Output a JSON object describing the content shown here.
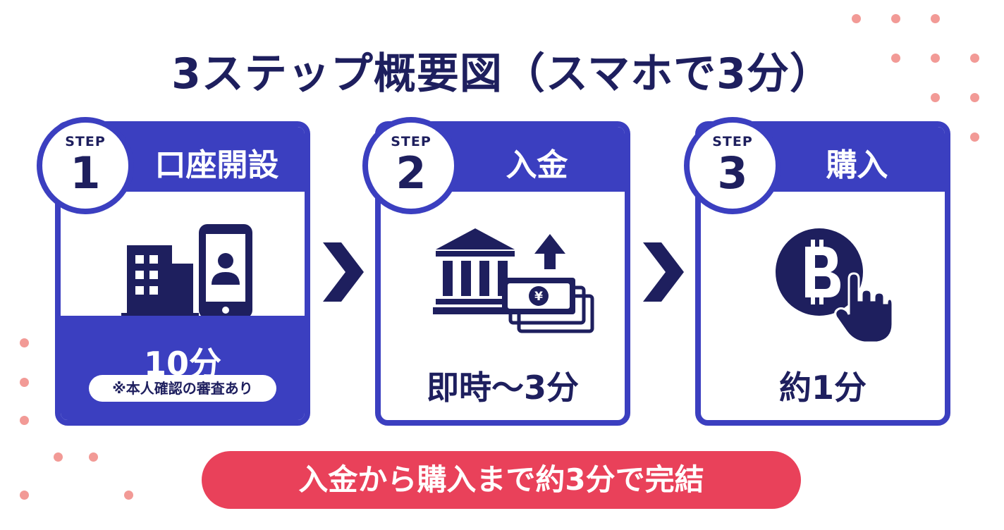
{
  "title": "3ステップ概要図（スマホで3分）",
  "steps": [
    {
      "step_label": "STEP",
      "number": "1",
      "title": "口座開設",
      "time": "10分",
      "note": "※本人確認の審査あり",
      "icons": [
        "building-icon",
        "smartphone-user-icon"
      ]
    },
    {
      "step_label": "STEP",
      "number": "2",
      "title": "入金",
      "time": "即時〜3分",
      "icons": [
        "bank-icon",
        "up-arrow-icon",
        "yen-banknotes-icon"
      ]
    },
    {
      "step_label": "STEP",
      "number": "3",
      "title": "購入",
      "time": "約1分",
      "icons": [
        "bitcoin-coin-icon",
        "pointing-hand-icon"
      ]
    }
  ],
  "summary": "入金から購入まで約3分で完結",
  "colors": {
    "primary": "#3b3fc0",
    "navy": "#1e1f5e",
    "accent": "#e9415a",
    "dots": "#f29a96"
  }
}
